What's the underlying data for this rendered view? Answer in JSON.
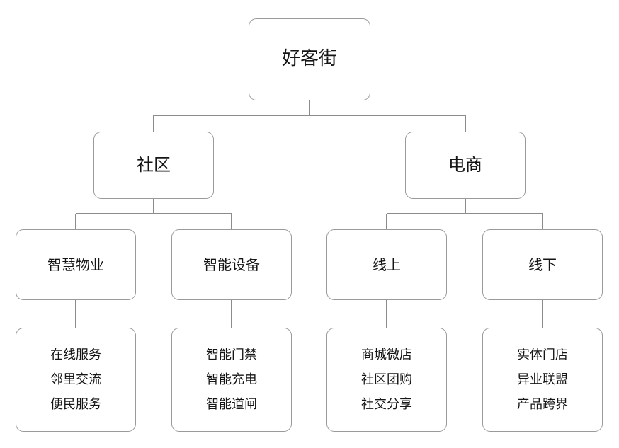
{
  "diagram": {
    "title_node": "好客街",
    "type": "organization-tree",
    "background_color": "#ffffff",
    "box_border_color": "#9a9a9a",
    "connector_color": "#8c8c8c",
    "text_color": "#151515",
    "levels": 4
  },
  "nodes": {
    "root": {
      "label": "好客街"
    },
    "level2": [
      {
        "label": "社区"
      },
      {
        "label": "电商"
      }
    ],
    "level3": [
      {
        "label": "智慧物业"
      },
      {
        "label": "智能设备"
      },
      {
        "label": "线上"
      },
      {
        "label": "线下"
      }
    ],
    "leaves": [
      {
        "lines": [
          "在线服务",
          "邻里交流",
          "便民服务"
        ]
      },
      {
        "lines": [
          "智能门禁",
          "智能充电",
          "智能道闸"
        ]
      },
      {
        "lines": [
          "商城微店",
          "社区团购",
          "社交分享"
        ]
      },
      {
        "lines": [
          "实体门店",
          "异业联盟",
          "产品跨界"
        ]
      }
    ]
  }
}
